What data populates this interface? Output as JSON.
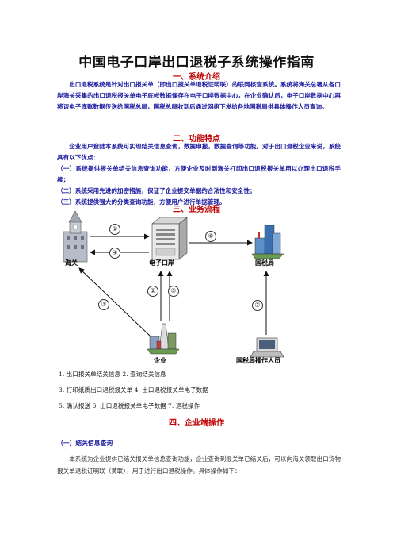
{
  "title": "中国电子口岸出口退税子系统操作指南",
  "sections": {
    "s1": "一、系统介绍",
    "s2": "二、功能特点",
    "s3": "三、业务流程",
    "s4": "四、企业端操作"
  },
  "intro": "出口退税系统是针对出口报关单（即出口报关单退税证明联）的联网核查系统。系统将海关总署从各口岸海关采集的出口退税报关单电子底帐数据保存在电子口岸数据中心，在企业确认后，电子口岸数据中心再将该电子底账数据传送给国税总局，国税总局收到后通过网络下发给各地国税局供具体操作人员查询。",
  "features": {
    "lead": "企业用户登陆本系统可实现结关信息查询，数据申报，数据查询等功能。对于出口退税企业来说，系统具有以下优点：",
    "items": [
      "（一）系统提供报关单结关信息查询功能，方便企业及时到海关打印出口退税报关单用以办理出口退税手续；",
      "（二）系统采用先进的加密措施，保证了企业提交单据的合法性和安全性；",
      "（三）系统提供强大的分类查询功能，方便用户进行单据管理。"
    ]
  },
  "diagram": {
    "nodes": {
      "customs": "海关",
      "port": "电子口岸",
      "tax_bureau": "国税局",
      "enterprise": "企业",
      "tax_staff": "国税局操作人员"
    },
    "step_numbers": [
      "①",
      "②",
      "③",
      "④",
      "⑤",
      "⑥",
      "⑦"
    ]
  },
  "legend": [
    "1. 出口报关单结关信息   2. 查询结关信息",
    "3. 打印纸质出口退税报关单 4. 出口退税报关单电子数据",
    "5. 确认报送 6. 出口退税报关单电子数据 7. 退税操作"
  ],
  "ops": {
    "sub1": "（一）结关信息查询",
    "body": "本系统为企业提供已结关报关单信息查询功能，企业查询到报关单已结关后，可以向海关领取出口货物报关单退税证明联（黄联），用于进行出口退税操作。具体操作如下："
  },
  "colors": {
    "heading_red": "#c00000",
    "text_blue": "#1a1aa0"
  }
}
